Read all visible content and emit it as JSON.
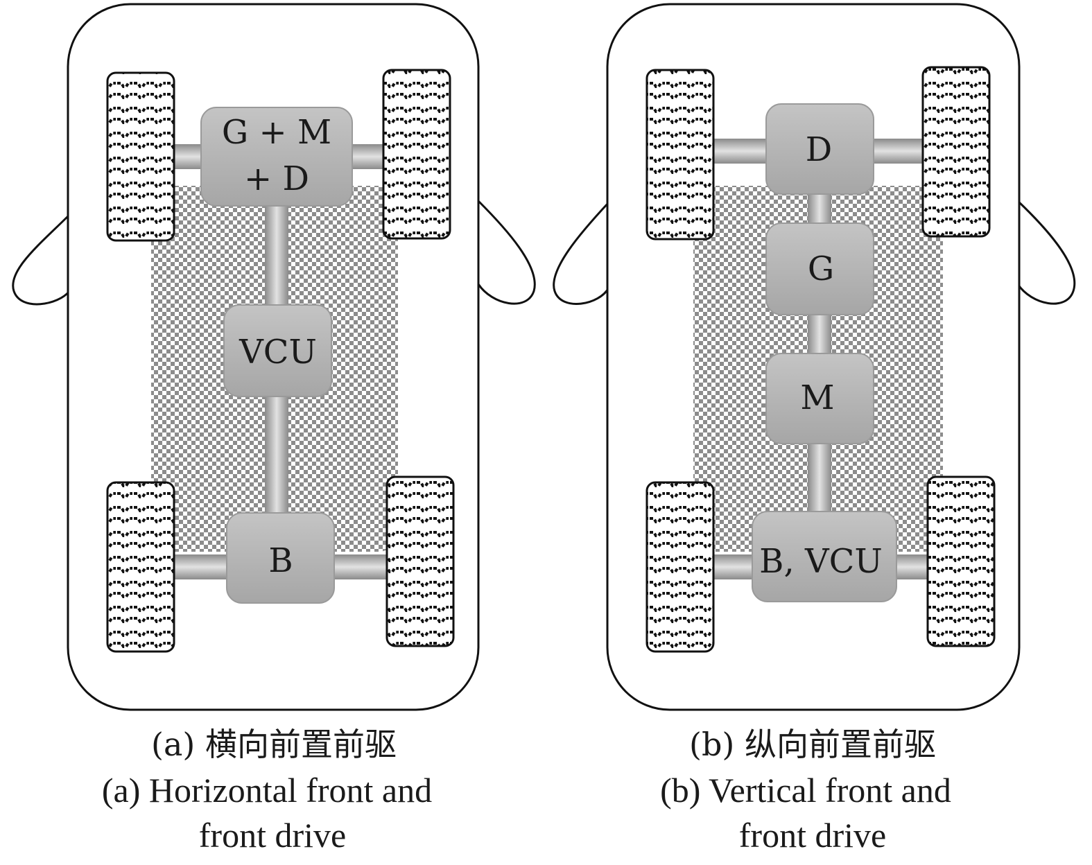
{
  "panel_a": {
    "nodes": {
      "gmd_line1": "G + M",
      "gmd_line2": "+ D",
      "vcu": "VCU",
      "b": "B"
    },
    "caption_zh": "(a) 横向前置前驱",
    "caption_en_line1": "(a) Horizontal front and",
    "caption_en_line2": "front drive"
  },
  "panel_b": {
    "nodes": {
      "d": "D",
      "g": "G",
      "m": "M",
      "b_vcu": "B, VCU"
    },
    "caption_zh": "(b) 纵向前置前驱",
    "caption_en_line1": "(b) Vertical front and",
    "caption_en_line2": "front drive"
  },
  "colors": {
    "outline": "#111111",
    "module_fill": "#b0b0b0",
    "shaft_mid": "#d4d4d4",
    "shaft_edge": "#8a8a8a",
    "checker": "#8c8c8c"
  }
}
